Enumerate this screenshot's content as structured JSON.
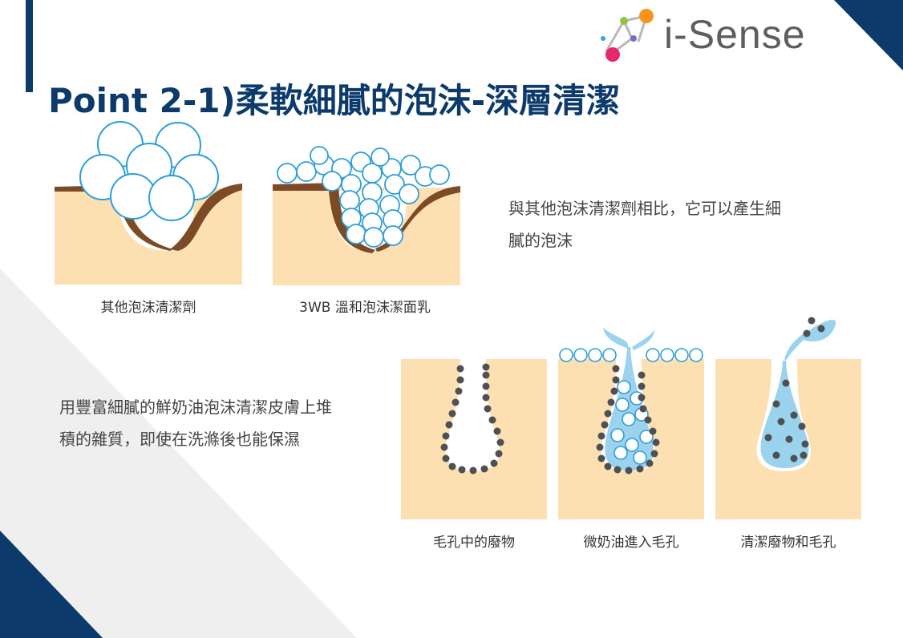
{
  "brand": {
    "name": "i-Sense",
    "colors": {
      "navy": "#0b3a6b",
      "skin": "#fde0b2",
      "dirt": "#7d4a26",
      "foam": "#2e9ed8",
      "water": "#9bd2ee"
    }
  },
  "title": "Point 2-1)柔軟細膩的泡沫-深層清潔",
  "comparison": {
    "left_caption": "其他泡沫清潔劑",
    "right_caption": "3WB 溫和泡沫潔面乳",
    "description": [
      "與其他泡沫清潔劑相比，它可以產生細",
      "膩的泡沫"
    ]
  },
  "process": {
    "description": [
      "用豐富細膩的鮮奶油泡沫清潔皮膚上堆",
      "積的雜質，即使在洗滌後也能保濕"
    ],
    "steps": [
      {
        "caption": "毛孔中的廢物"
      },
      {
        "caption": "微奶油進入毛孔"
      },
      {
        "caption": "清潔廢物和毛孔"
      }
    ]
  }
}
